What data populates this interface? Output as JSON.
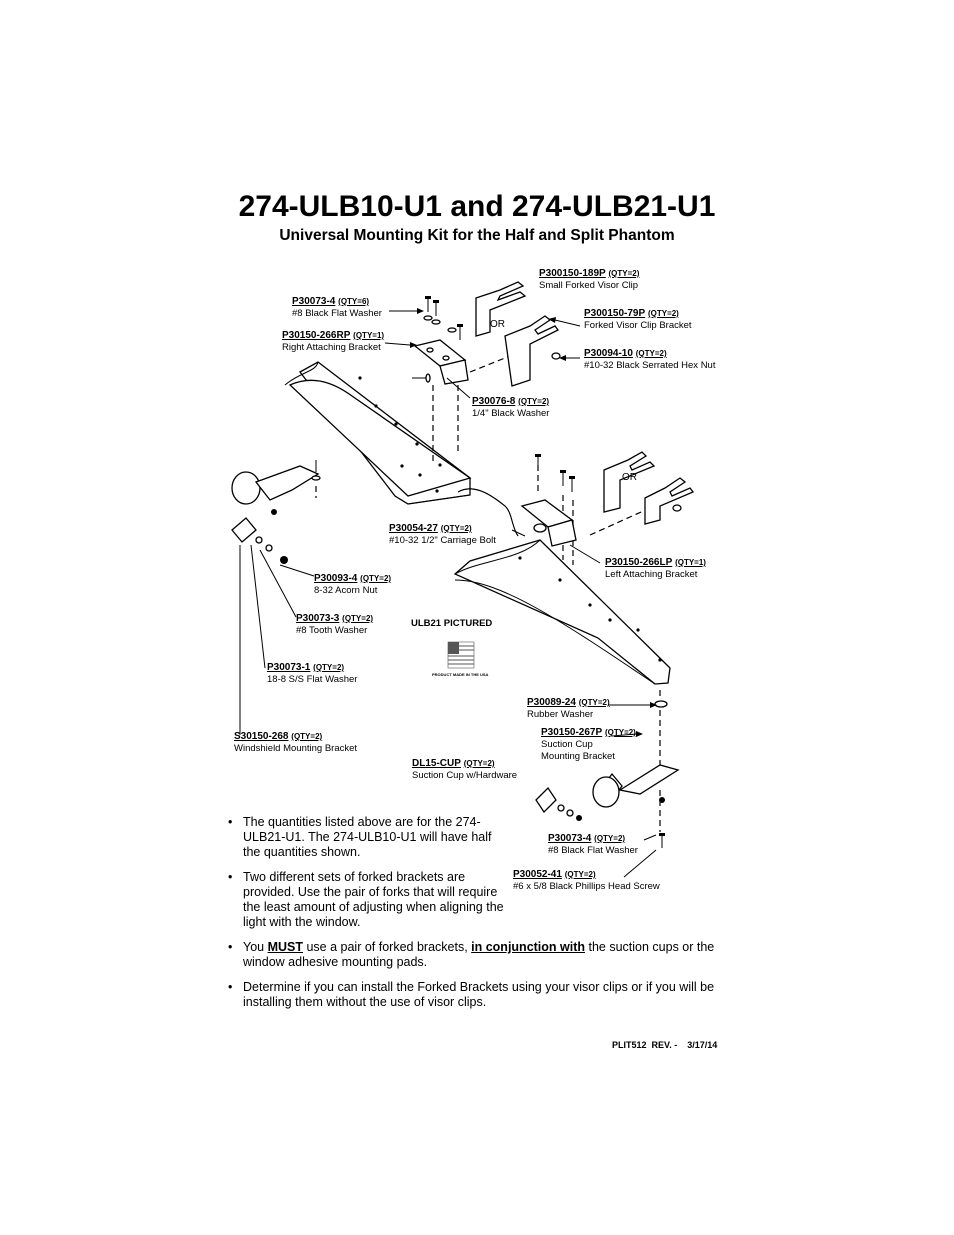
{
  "header": {
    "title": "274-ULB10-U1 and 274-ULB21-U1",
    "subtitle": "Universal Mounting Kit for the Half and Split Phantom"
  },
  "parts": {
    "small_forked_visor_clip": {
      "pn": "P300150-189P",
      "qty": "(QTY=2)",
      "desc": "Small Forked Visor Clip"
    },
    "black_flat_washer_top": {
      "pn": "P30073-4",
      "qty": "(QTY=6)",
      "desc": "#8 Black Flat Washer"
    },
    "forked_visor_clip_bracket": {
      "pn": "P300150-79P",
      "qty": "(QTY=2)",
      "desc": "Forked Visor Clip Bracket"
    },
    "right_attaching_bracket": {
      "pn": "P30150-266RP",
      "qty": "(QTY=1)",
      "desc": "Right Attaching Bracket"
    },
    "hex_nut": {
      "pn": "P30094-10",
      "qty": "(QTY=2)",
      "desc": "#10-32 Black Serrated Hex Nut"
    },
    "black_washer": {
      "pn": "P30076-8",
      "qty": "(QTY=2)",
      "desc": "1/4\" Black Washer"
    },
    "carriage_bolt": {
      "pn": "P30054-27",
      "qty": "(QTY=2)",
      "desc": "#10-32  1/2\" Carriage Bolt"
    },
    "left_attaching_bracket": {
      "pn": "P30150-266LP",
      "qty": "(QTY=1)",
      "desc": "Left Attaching Bracket"
    },
    "acorn_nut": {
      "pn": "P30093-4",
      "qty": "(QTY=2)",
      "desc": "8-32 Acorn Nut"
    },
    "tooth_washer": {
      "pn": "P30073-3",
      "qty": "(QTY=2)",
      "desc": "#8 Tooth Washer"
    },
    "ss_flat_washer": {
      "pn": "P30073-1",
      "qty": "(QTY=2)",
      "desc": "18-8 S/S Flat Washer"
    },
    "rubber_washer": {
      "pn": "P30089-24",
      "qty": "(QTY=2)",
      "desc": "Rubber Washer"
    },
    "windshield_bracket": {
      "pn": "S30150-268",
      "qty": "(QTY=2)",
      "desc": "Windshield Mounting Bracket"
    },
    "suction_cup_bracket": {
      "pn": "P30150-267P",
      "qty": "(QTY=2)",
      "desc": "Suction Cup",
      "desc2": "Mounting Bracket"
    },
    "suction_cup": {
      "pn": "DL15-CUP",
      "qty": "(QTY=2)",
      "desc": "Suction Cup w/Hardware"
    },
    "black_flat_washer_bottom": {
      "pn": "P30073-4",
      "qty": "(QTY=2)",
      "desc": "#8 Black Flat Washer"
    },
    "phillips_screw": {
      "pn": "P30052-41",
      "qty": "(QTY=2)",
      "desc": "#6 x 5/8 Black Phillips Head Screw"
    }
  },
  "diagram": {
    "or_label_1": "OR",
    "or_label_2": "OR",
    "pictured_label": "ULB21 PICTURED",
    "flag_caption": "PRODUCT MADE IN THE USA"
  },
  "notes": {
    "b1": "The quantities listed above are for the 274-ULB21-U1.  The 274-ULB10-U1 will have half the quantities shown.",
    "b2": "Two different sets of forked brackets are provided.  Use the pair of forks that will require the least amount of adjusting when aligning the light with the window.",
    "b3_pre": "You ",
    "b3_must": "MUST",
    "b3_mid": " use a pair of forked brackets, ",
    "b3_conj": "in conjunction with",
    "b3_post": " the suction cups or the window adhesive mounting pads.",
    "b4": "Determine if you can install the Forked Brackets using your visor clips or if you will be installing them without the use of visor clips."
  },
  "footer": {
    "doc_id": "PLIT512  REV. -    3/17/14"
  }
}
